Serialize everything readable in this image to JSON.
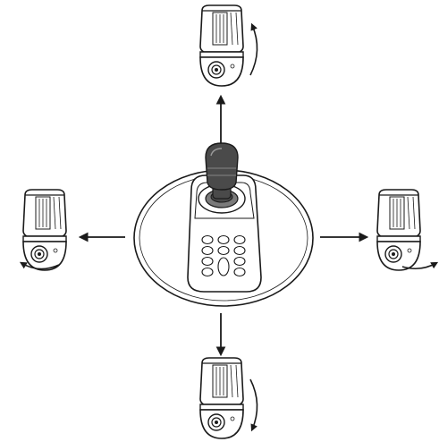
{
  "diagram": {
    "subject": "joystick-controller-pan-tilt-dome-cameras",
    "colors": {
      "stroke": "#1a1a1a",
      "body_fill": "#ffffff",
      "joystick_dark": "#4a4a4a",
      "joystick_mid": "#7a7a7a",
      "arrow": "#1a1a1a"
    },
    "cameras": [
      {
        "id": "top",
        "direction": "up",
        "rotation_arrow": "right-side-curved"
      },
      {
        "id": "left",
        "direction": "left",
        "rotation_arrow": "bottom-curved"
      },
      {
        "id": "right",
        "direction": "right",
        "rotation_arrow": "bottom-curved"
      },
      {
        "id": "bottom",
        "direction": "down",
        "rotation_arrow": "right-side-curved"
      }
    ],
    "controller": {
      "joystick": "joystick-icon",
      "keypad_rows": 4,
      "keypad_cols": 3
    }
  }
}
